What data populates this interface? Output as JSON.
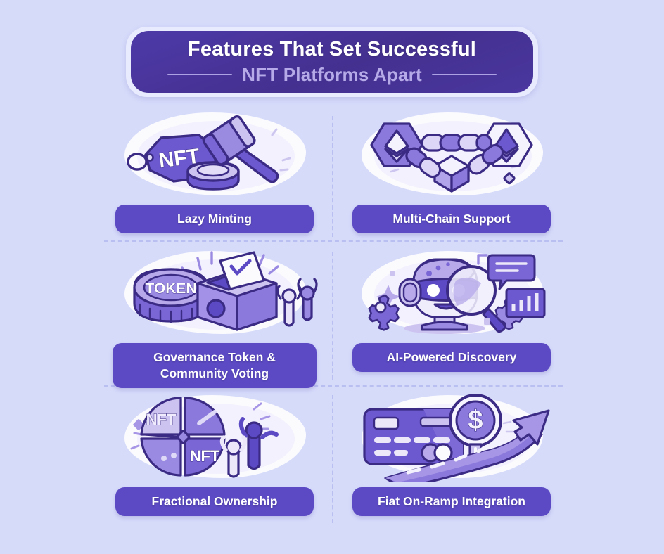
{
  "banner": {
    "title": "Features That Set Successful",
    "subtitle": "NFT Platforms Apart"
  },
  "colors": {
    "page_background": "#d6dbfa",
    "banner_fill": "#46308f",
    "banner_ring": "#e8ebfd",
    "label_bar": "#5b4ac4",
    "label_text": "#ffffff",
    "subtitle_text": "#b6abe8",
    "divider": "#b9bff0",
    "art_primary": "#5b4ac4",
    "art_light": "#b7abe8",
    "art_pale": "#ded9f6",
    "art_white": "#fbfbfe",
    "art_outline": "#3b2b85"
  },
  "features": [
    {
      "id": "lazy-minting",
      "label": "Lazy Minting",
      "icon_name": "nft-tag-gavel-icon",
      "art_texts": [
        "NFT"
      ],
      "row": 0,
      "col": 0
    },
    {
      "id": "multi-chain-support",
      "label": "Multi-Chain Support",
      "icon_name": "blockchain-links-icon",
      "art_texts": [],
      "row": 0,
      "col": 1
    },
    {
      "id": "governance-token-community-voting",
      "label": "Governance Token &\nCommunity Voting",
      "icon_name": "token-ballot-box-icon",
      "art_texts": [
        "TOKEN"
      ],
      "row": 1,
      "col": 0
    },
    {
      "id": "ai-powered-discovery",
      "label": "AI-Powered Discovery",
      "icon_name": "robot-magnifier-icon",
      "art_texts": [],
      "row": 1,
      "col": 1
    },
    {
      "id": "fractional-ownership",
      "label": "Fractional Ownership",
      "icon_name": "pie-quadrants-nft-icon",
      "art_texts": [
        "NFT",
        "NFT"
      ],
      "row": 2,
      "col": 0
    },
    {
      "id": "fiat-on-ramp-integration",
      "label": "Fiat On-Ramp Integration",
      "icon_name": "credit-card-dollar-ramp-icon",
      "art_texts": [
        "$"
      ],
      "row": 2,
      "col": 1
    }
  ]
}
